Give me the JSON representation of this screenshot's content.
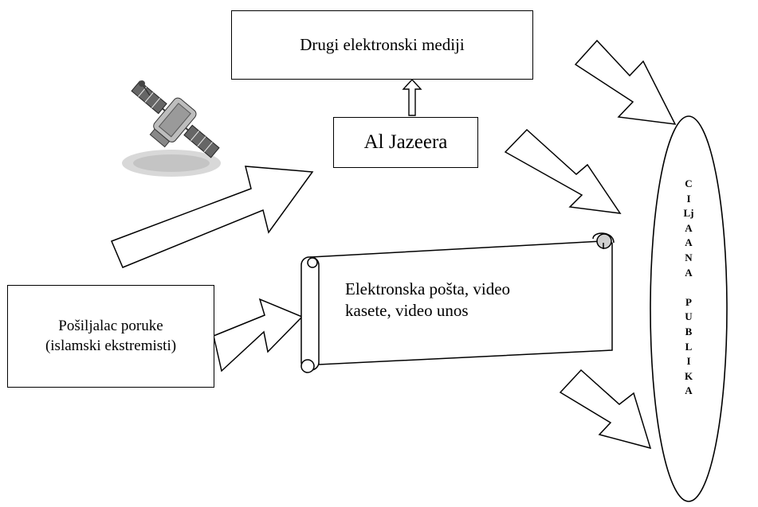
{
  "diagram": {
    "top_box_label": "Drugi elektronski mediji",
    "middle_box_label": "Al Jazeera",
    "sender_box_line1": "Pošiljalac poruke",
    "sender_box_line2": "(islamski ekstremisti)",
    "scroll_line1": "Elektronska pošta, video",
    "scroll_line2": "kasete, video unos",
    "audience_letters": [
      "C",
      "I",
      "Lj",
      "A",
      "A",
      "N",
      "A",
      "",
      "P",
      "U",
      "B",
      "L",
      "I",
      "K",
      "A"
    ]
  },
  "icons": {
    "satellite": "satellite-icon"
  }
}
